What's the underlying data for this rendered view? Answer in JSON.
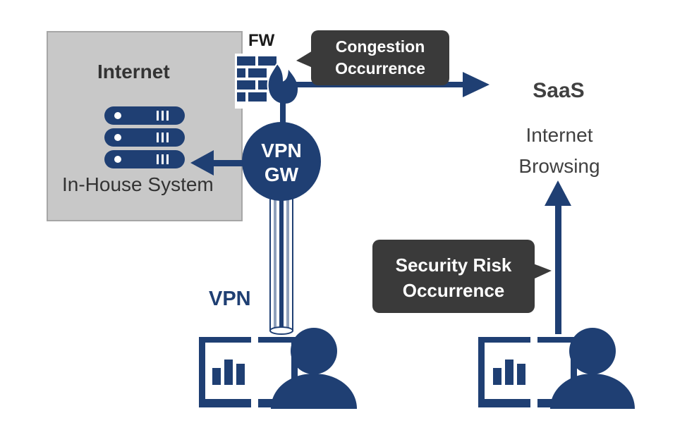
{
  "labels": {
    "internet": "Internet",
    "in_house_system": "In-House System",
    "fw": "FW",
    "vpn_gw_line1": "VPN",
    "vpn_gw_line2": "GW",
    "vpn": "VPN",
    "saas": "SaaS",
    "internet_browsing_line1": "Internet",
    "internet_browsing_line2": "Browsing"
  },
  "callouts": {
    "congestion_line1": "Congestion",
    "congestion_line2": "Occurrence",
    "security_line1": "Security Risk",
    "security_line2": "Occurrence"
  },
  "colors": {
    "navy": "#1f3f73",
    "gray_box": "#c8c8c8",
    "gray_border": "#a6a6a6",
    "callout": "#3a3a3a",
    "text_dark": "#404040"
  },
  "icons": [
    "server-icon",
    "firewall-icon",
    "user-monitor-icon"
  ]
}
